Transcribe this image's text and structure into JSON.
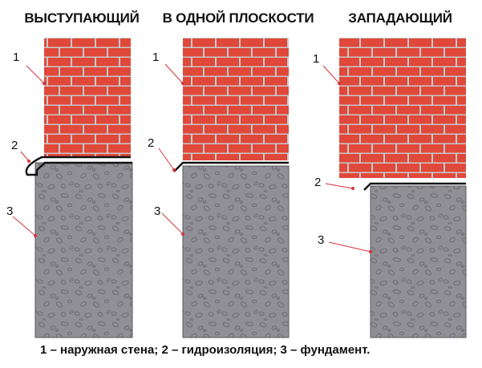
{
  "panels": [
    {
      "title": "ВЫСТУПАЮЩИЙ"
    },
    {
      "title": "В ОДНОЙ ПЛОСКОСТИ"
    },
    {
      "title": "ЗАПАДАЮЩИЙ"
    }
  ],
  "labels": {
    "wall": "1",
    "waterproofing": "2",
    "foundation": "3"
  },
  "caption": "1 – наружная стена; 2 – гидроизоляция; 3 – фундамент.",
  "colors": {
    "brick": "#e0483a",
    "mortar": "#c9c9c9",
    "concrete": "#8f8f95",
    "pebble": "#6b6b72",
    "leader": "#d6323a",
    "waterproofing": "#111111"
  }
}
